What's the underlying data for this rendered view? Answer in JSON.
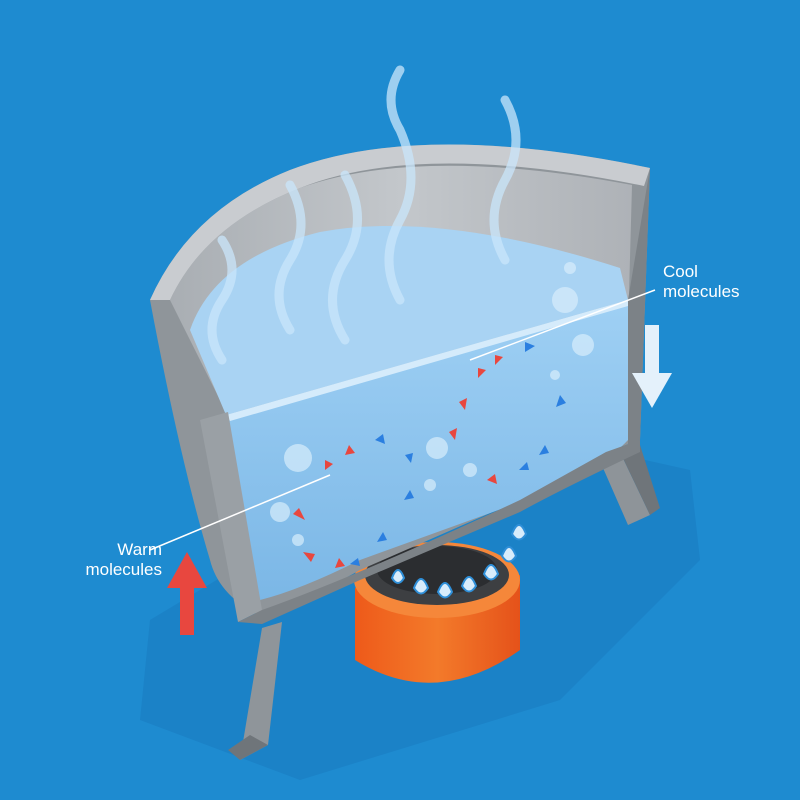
{
  "labels": {
    "cool": {
      "line1": "Cool",
      "line2": "molecules"
    },
    "warm": {
      "line1": "Warm",
      "line2": "molecules"
    }
  },
  "colors": {
    "background": "#1e8bd0",
    "shadow": "#197cbf",
    "pot_outer": "#8e9499",
    "pot_inner": "#b5b9bd",
    "pot_rim": "#c9ccd0",
    "water_surface": "#a9d3f3",
    "water_body": "#8cc4ee",
    "burner": "#f0611f",
    "burner_top": "#f5873a",
    "flame": "#cfe8fb",
    "warm_arrow": "#e8473f",
    "cool_arrow": "#e4f1fb",
    "convection_warm": "#e8473f",
    "convection_cool": "#2b7fe0",
    "steam": "#c9e6fb"
  },
  "icons": {
    "cool_direction": "arrow-down-icon",
    "warm_direction": "arrow-up-icon"
  }
}
